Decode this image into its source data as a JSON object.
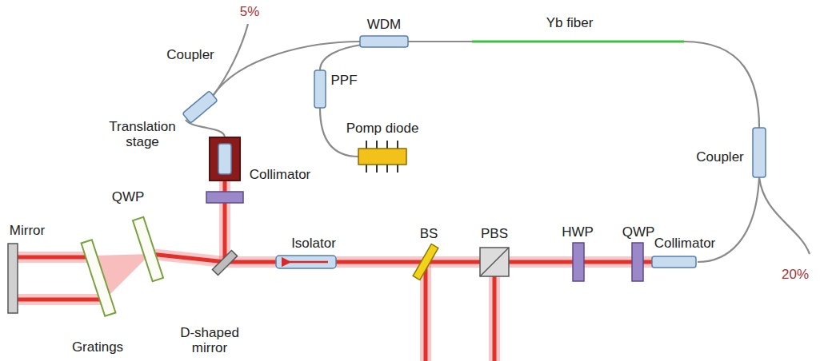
{
  "diagram": {
    "labels": [
      "5%",
      "WDM",
      "Yb fiber",
      "Coupler",
      "PPF",
      "Pomp diode",
      "Translation stage",
      "Collimator",
      "Coupler",
      "QWP",
      "Collimator",
      "20%",
      "Mirror",
      "Isolator",
      "BS",
      "PBS",
      "HWP",
      "QWP",
      "D-shaped mirror",
      "Gratings"
    ]
  }
}
